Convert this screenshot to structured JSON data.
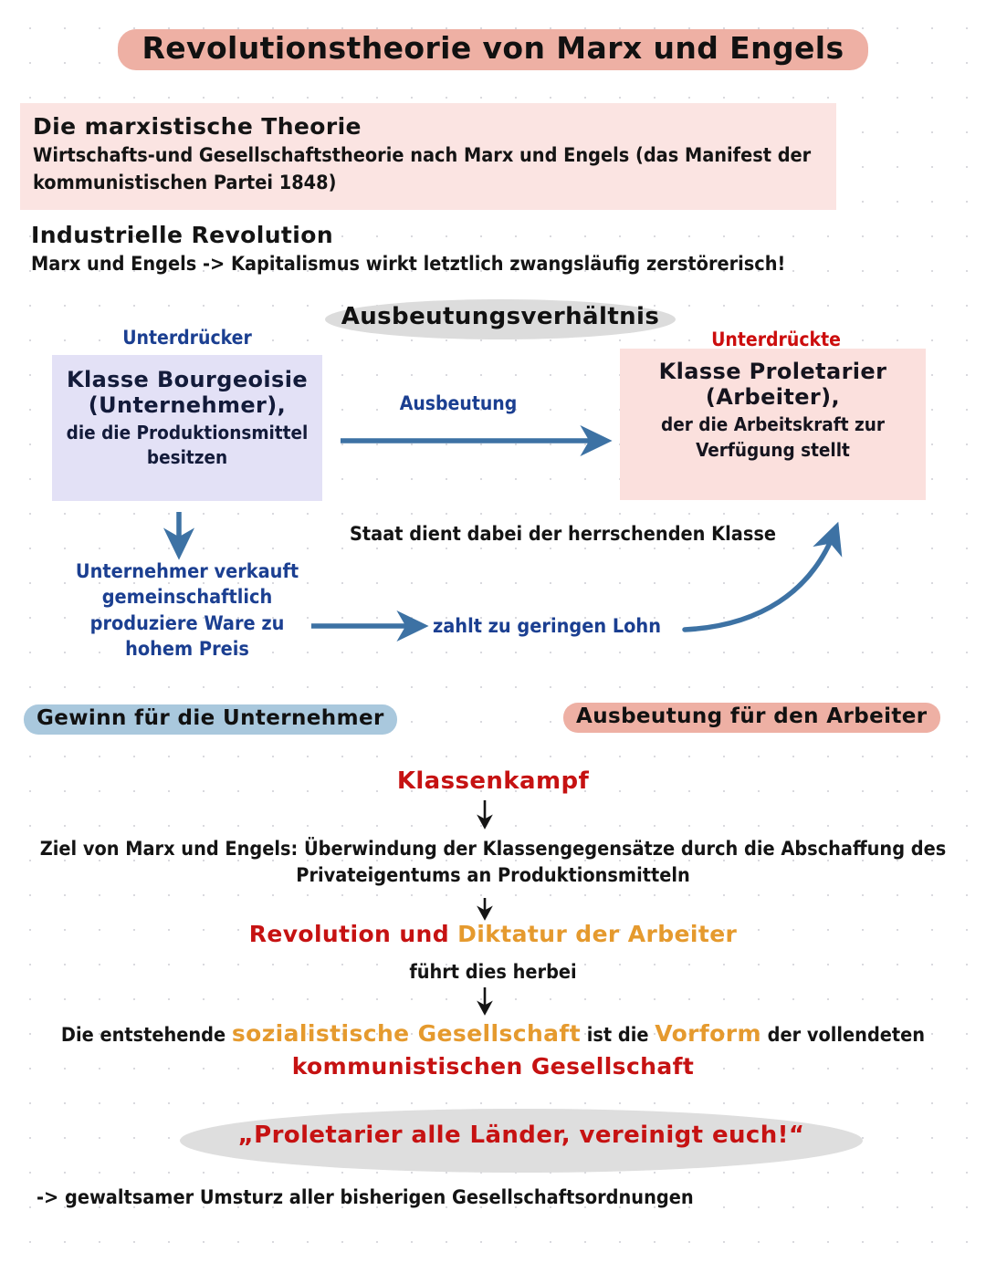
{
  "page": {
    "title": "Revolutionstheorie von Marx und Engels",
    "accent_pink": "#eeb0a4",
    "accent_blue": "#a9c8dd",
    "accent_grey": "#dcdcdc",
    "arrow_blue": "#3d72a4",
    "text_red": "#c61212",
    "text_orange": "#e59a2e",
    "text_navy": "#1b3f91"
  },
  "marxist_theory": {
    "heading": "Die marxistische Theorie",
    "body": "Wirtschafts-und Gesellschaftstheorie nach Marx und Engels (das Manifest der kommunistischen Partei 1848)"
  },
  "industrial_revolution": {
    "heading": "Industrielle Revolution",
    "body": "Marx und Engels -> Kapitalismus wirkt letztlich zwangsläufig zerstörerisch!"
  },
  "relation": {
    "ellipse_label": "Ausbeutungsverhältnis",
    "arrow_label": "Ausbeutung",
    "left_label": "Unterdrücker",
    "right_label": "Unterdrückte"
  },
  "box_left": {
    "line1": "Klasse Bourgeoisie",
    "line2": "(Unternehmer),",
    "line3": "die die Produktionsmittel",
    "line4": "besitzen"
  },
  "box_right": {
    "line1": "Klasse Proletarier",
    "line2": "(Arbeiter),",
    "line3": "der die Arbeitskraft zur",
    "line4": "Verfügung stellt"
  },
  "flow": {
    "seller_line1": "Unternehmer verkauft",
    "seller_line2": "gemeinschaftlich",
    "seller_line3": "produziere Ware zu",
    "seller_line4": "hohem Preis",
    "wage": "zahlt zu geringen Lohn",
    "state": "Staat dient dabei der herrschenden Klasse"
  },
  "banners": {
    "profit": "Gewinn für die Unternehmer",
    "exploitation": "Ausbeutung für den Arbeiter"
  },
  "conclusion": {
    "class_struggle": "Klassenkampf",
    "goal": "Ziel von Marx und Engels: Überwindung der Klassengegensätze durch die Abschaffung des Privateigentums an Produktionsmitteln",
    "revolution_red": "Revolution und ",
    "revolution_orange": "Diktatur der Arbeiter",
    "leads": "führt dies herbei",
    "socialist_pre": "Die entstehende ",
    "socialist_orange": "sozialistische Gesellschaft",
    "socialist_mid": " ist die ",
    "vorform_orange": "Vorform",
    "socialist_post": " der vollendeten",
    "communist_red": "kommunistischen Gesellschaft",
    "quote": "„Proletarier alle Länder, vereinigt euch!“",
    "final": "-> gewaltsamer Umsturz aller bisherigen Gesellschaftsordnungen"
  }
}
